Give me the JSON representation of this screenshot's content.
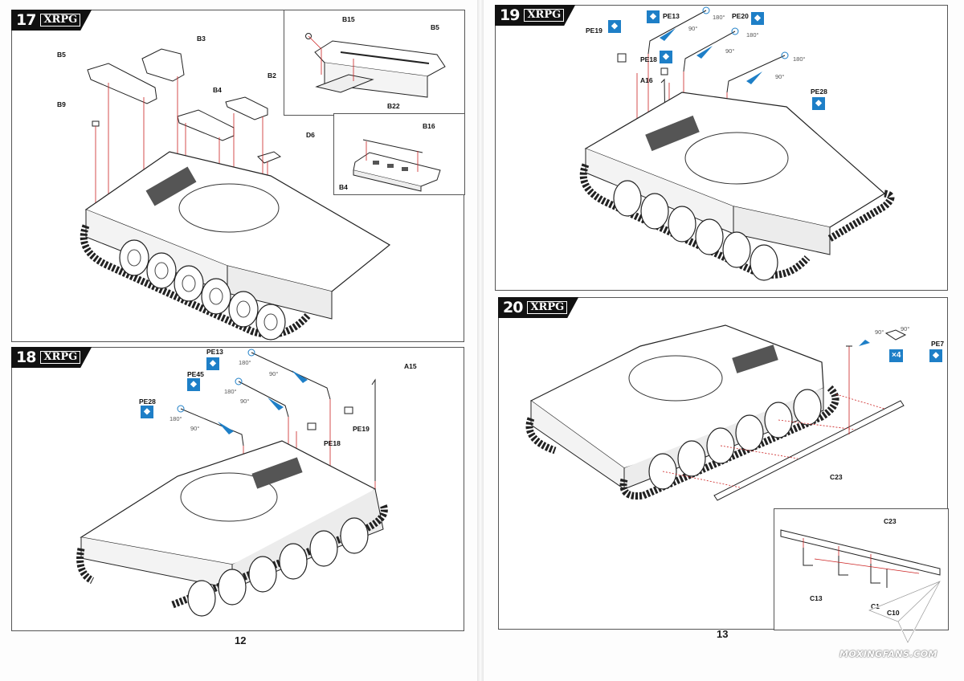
{
  "brand": "XRPG",
  "steps": [
    {
      "number": "17",
      "labels": [
        "B3",
        "B5",
        "B4",
        "B2",
        "B9",
        "D6"
      ],
      "insets": [
        {
          "labels": [
            "B15",
            "B5",
            "B22"
          ]
        },
        {
          "labels": [
            "B16",
            "B4"
          ]
        }
      ]
    },
    {
      "number": "18",
      "labels": [
        "PE13",
        "PE45",
        "PE28",
        "PE18",
        "PE19",
        "A15"
      ],
      "angles": [
        "180°",
        "90°",
        "180°",
        "90°",
        "180°",
        "90°"
      ]
    },
    {
      "number": "19",
      "labels": [
        "PE13",
        "PE20",
        "PE19",
        "PE18",
        "A16",
        "PE28"
      ],
      "angles": [
        "180°",
        "90°",
        "180°",
        "90°",
        "180°",
        "90°"
      ]
    },
    {
      "number": "20",
      "labels": [
        "PE7",
        "C23"
      ],
      "angles": [
        "90°",
        "90°"
      ],
      "multiplier": "×4",
      "inset": {
        "labels": [
          "C23",
          "C13",
          "C1",
          "C10"
        ]
      }
    }
  ],
  "page_numbers": {
    "left": "12",
    "right": "13"
  },
  "watermark": "MOXINGFANS.COM",
  "accent_color": "#1e7fc7",
  "line_color": "#cc2222",
  "icons": {
    "pe_chip": "drop-icon"
  }
}
